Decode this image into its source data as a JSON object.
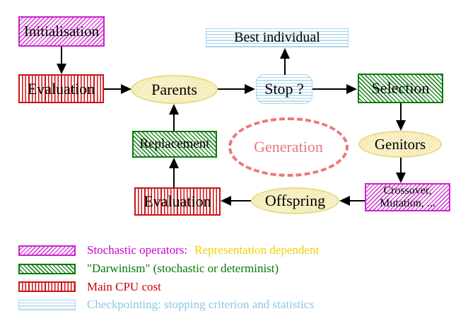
{
  "colors": {
    "magenta": "#cc22cc",
    "magenta-text": "#cc00cc",
    "green": "#0b7a0b",
    "green-text": "#067806",
    "red": "#cc1414",
    "red-text": "#cc0000",
    "cyan": "#a8d4ec",
    "cyan-text": "#8cc6e8",
    "yellow-border": "#e6dc82",
    "yellow-fill": "#fbf5d5",
    "yellow-hatch": "#efe3a2",
    "yellow-text": "#f0d000",
    "salmon": "#ee7777"
  },
  "nodes": {
    "initialisation": "Initialisation",
    "evaluation_top": "Evaluation",
    "parents": "Parents",
    "best_individual": "Best individual",
    "stop": "Stop ?",
    "selection": "Selection",
    "replacement": "Replacement",
    "generation": "Generation",
    "genitors": "Genitors",
    "crossover_line1": "Crossover,",
    "crossover_line2": "Mutation, ...",
    "evaluation_bottom": "Evaluation",
    "offspring": "Offspring"
  },
  "legend": {
    "items": [
      {
        "text": "Stochastic operators:",
        "text2": "Representation dependent"
      },
      {
        "text": "\"Darwinism\" (stochastic or determinist)"
      },
      {
        "text": "Main CPU cost"
      },
      {
        "text": "Checkpointing: stopping criterion and statistics"
      }
    ]
  }
}
